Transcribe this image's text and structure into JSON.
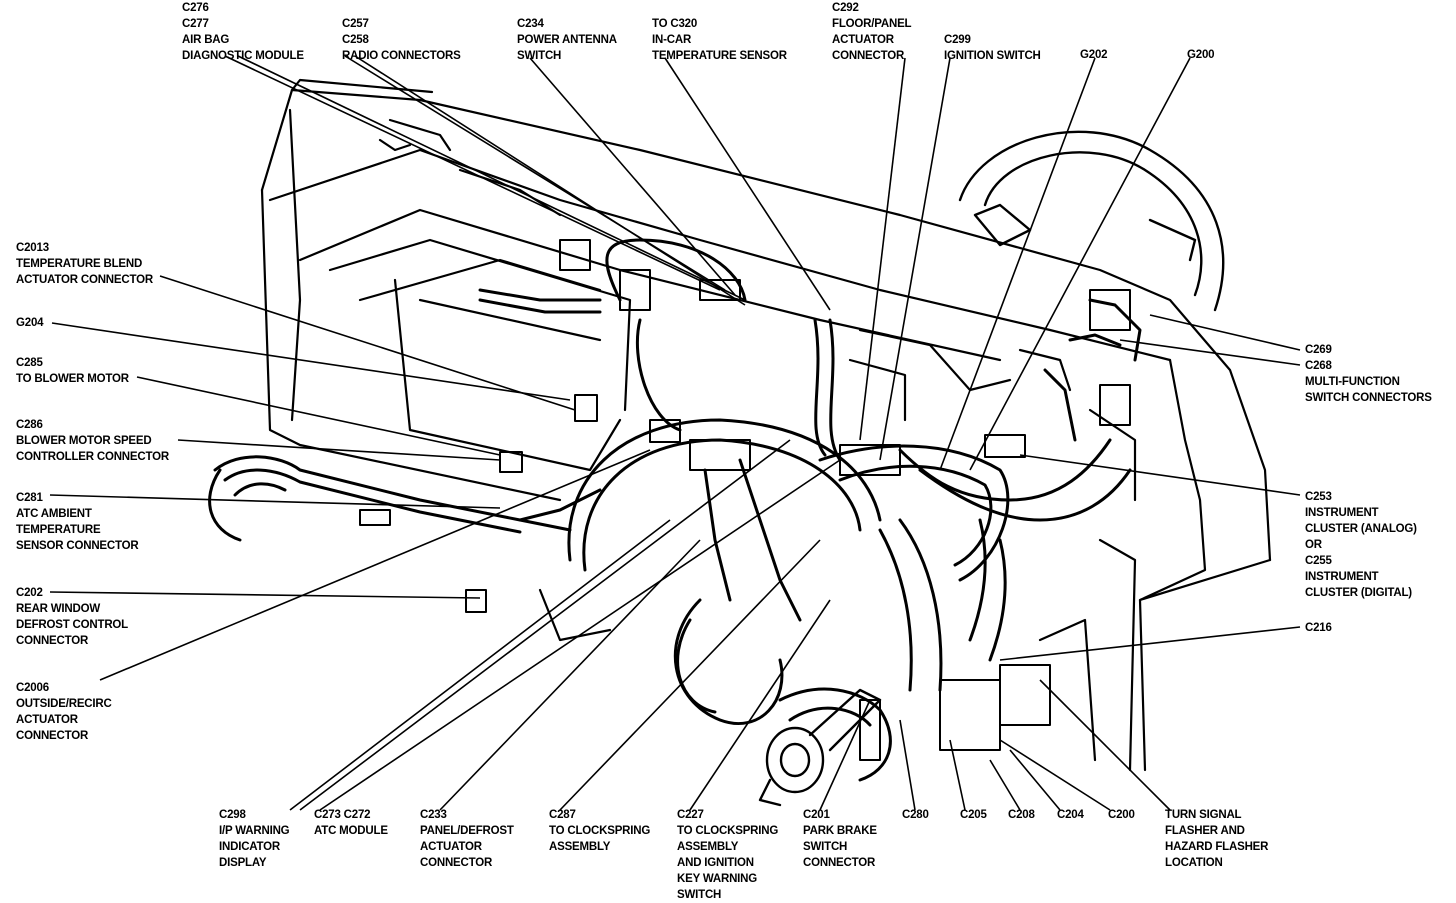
{
  "callouts": {
    "c276": [
      "C276",
      "C277",
      "AIR BAG",
      "DIAGNOSTIC MODULE"
    ],
    "c257": [
      "C257",
      "C258",
      "RADIO CONNECTORS"
    ],
    "c234": [
      "C234",
      "POWER ANTENNA",
      "SWITCH"
    ],
    "c320": [
      "TO C320",
      "IN-CAR",
      "TEMPERATURE SENSOR"
    ],
    "c292": [
      "C292",
      "FLOOR/PANEL",
      "ACTUATOR",
      "CONNECTOR"
    ],
    "c299": [
      "C299",
      "IGNITION SWITCH"
    ],
    "g202": [
      "G202"
    ],
    "g200": [
      "G200"
    ],
    "c2013": [
      "C2013",
      "TEMPERATURE BLEND",
      "ACTUATOR CONNECTOR"
    ],
    "g204": [
      "G204"
    ],
    "c285": [
      "C285",
      "TO BLOWER MOTOR"
    ],
    "c286": [
      "C286",
      "BLOWER MOTOR SPEED",
      "CONTROLLER CONNECTOR"
    ],
    "c281": [
      "C281",
      "ATC AMBIENT",
      "TEMPERATURE",
      "SENSOR CONNECTOR"
    ],
    "c202": [
      "C202",
      "REAR WINDOW",
      "DEFROST CONTROL",
      "CONNECTOR"
    ],
    "c2006": [
      "C2006",
      "OUTSIDE/RECIRC",
      "ACTUATOR",
      "CONNECTOR"
    ],
    "c269": [
      "C269",
      "C268",
      "MULTI-FUNCTION",
      "SWITCH CONNECTORS"
    ],
    "c253": [
      "C253",
      "INSTRUMENT",
      "CLUSTER (ANALOG)",
      "OR",
      "C255",
      "INSTRUMENT",
      "CLUSTER (DIGITAL)"
    ],
    "c216": [
      "C216"
    ],
    "c298": [
      "C298",
      "I/P WARNING",
      "INDICATOR",
      "DISPLAY"
    ],
    "c273": [
      "C273 C272",
      "ATC MODULE"
    ],
    "c233": [
      "C233",
      "PANEL/DEFROST",
      "ACTUATOR",
      "CONNECTOR"
    ],
    "c287": [
      "C287",
      "TO CLOCKSPRING",
      "ASSEMBLY"
    ],
    "c227": [
      "C227",
      "TO CLOCKSPRING",
      "ASSEMBLY",
      "AND IGNITION",
      "KEY WARNING",
      "SWITCH"
    ],
    "c201": [
      "C201",
      "PARK BRAKE",
      "SWITCH",
      "CONNECTOR"
    ],
    "c280": [
      "C280"
    ],
    "c205": [
      "C205"
    ],
    "c208": [
      "C208"
    ],
    "c204": [
      "C204"
    ],
    "c200": [
      "C200"
    ],
    "turn": [
      "TURN SIGNAL",
      "FLASHER AND",
      "HAZARD FLASHER",
      "LOCATION"
    ]
  }
}
